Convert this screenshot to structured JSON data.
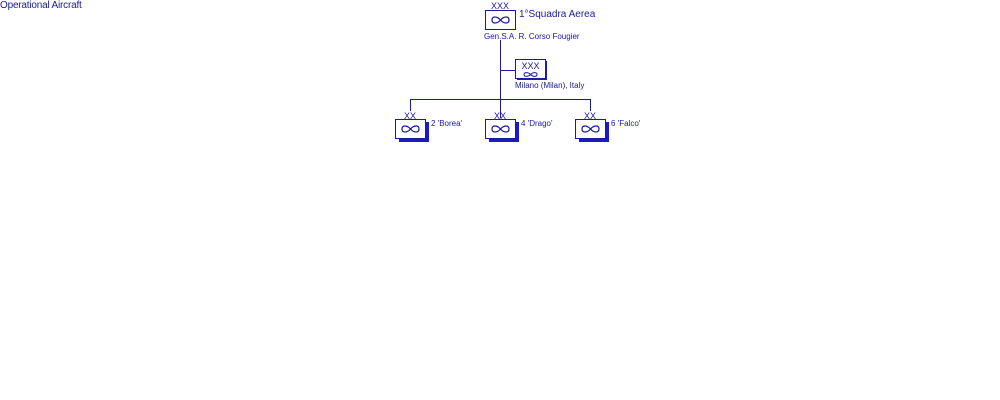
{
  "header": {
    "link_label": "Operational Aircraft"
  },
  "colors": {
    "primary": "#1a1a9c",
    "shadow": "#1a1acc",
    "background": "#ffffff"
  },
  "hq": {
    "echelon": "XXX",
    "name": "1°Squadra Aerea",
    "commander": "Gen.S.A.  R. Corso Fougier",
    "icon": "air-force-infinity-icon"
  },
  "hq_detachment": {
    "echelon": "XXX",
    "location": "Milano (Milan), Italy",
    "icon": "air-force-infinity-icon"
  },
  "divisions": [
    {
      "echelon": "XX",
      "name": "2 'Borea'",
      "icon": "air-force-infinity-icon"
    },
    {
      "echelon": "XX",
      "name": "4 'Drago'",
      "icon": "air-force-infinity-icon"
    },
    {
      "echelon": "XX",
      "name": "6 'Falco'",
      "icon": "air-force-infinity-icon"
    }
  ]
}
